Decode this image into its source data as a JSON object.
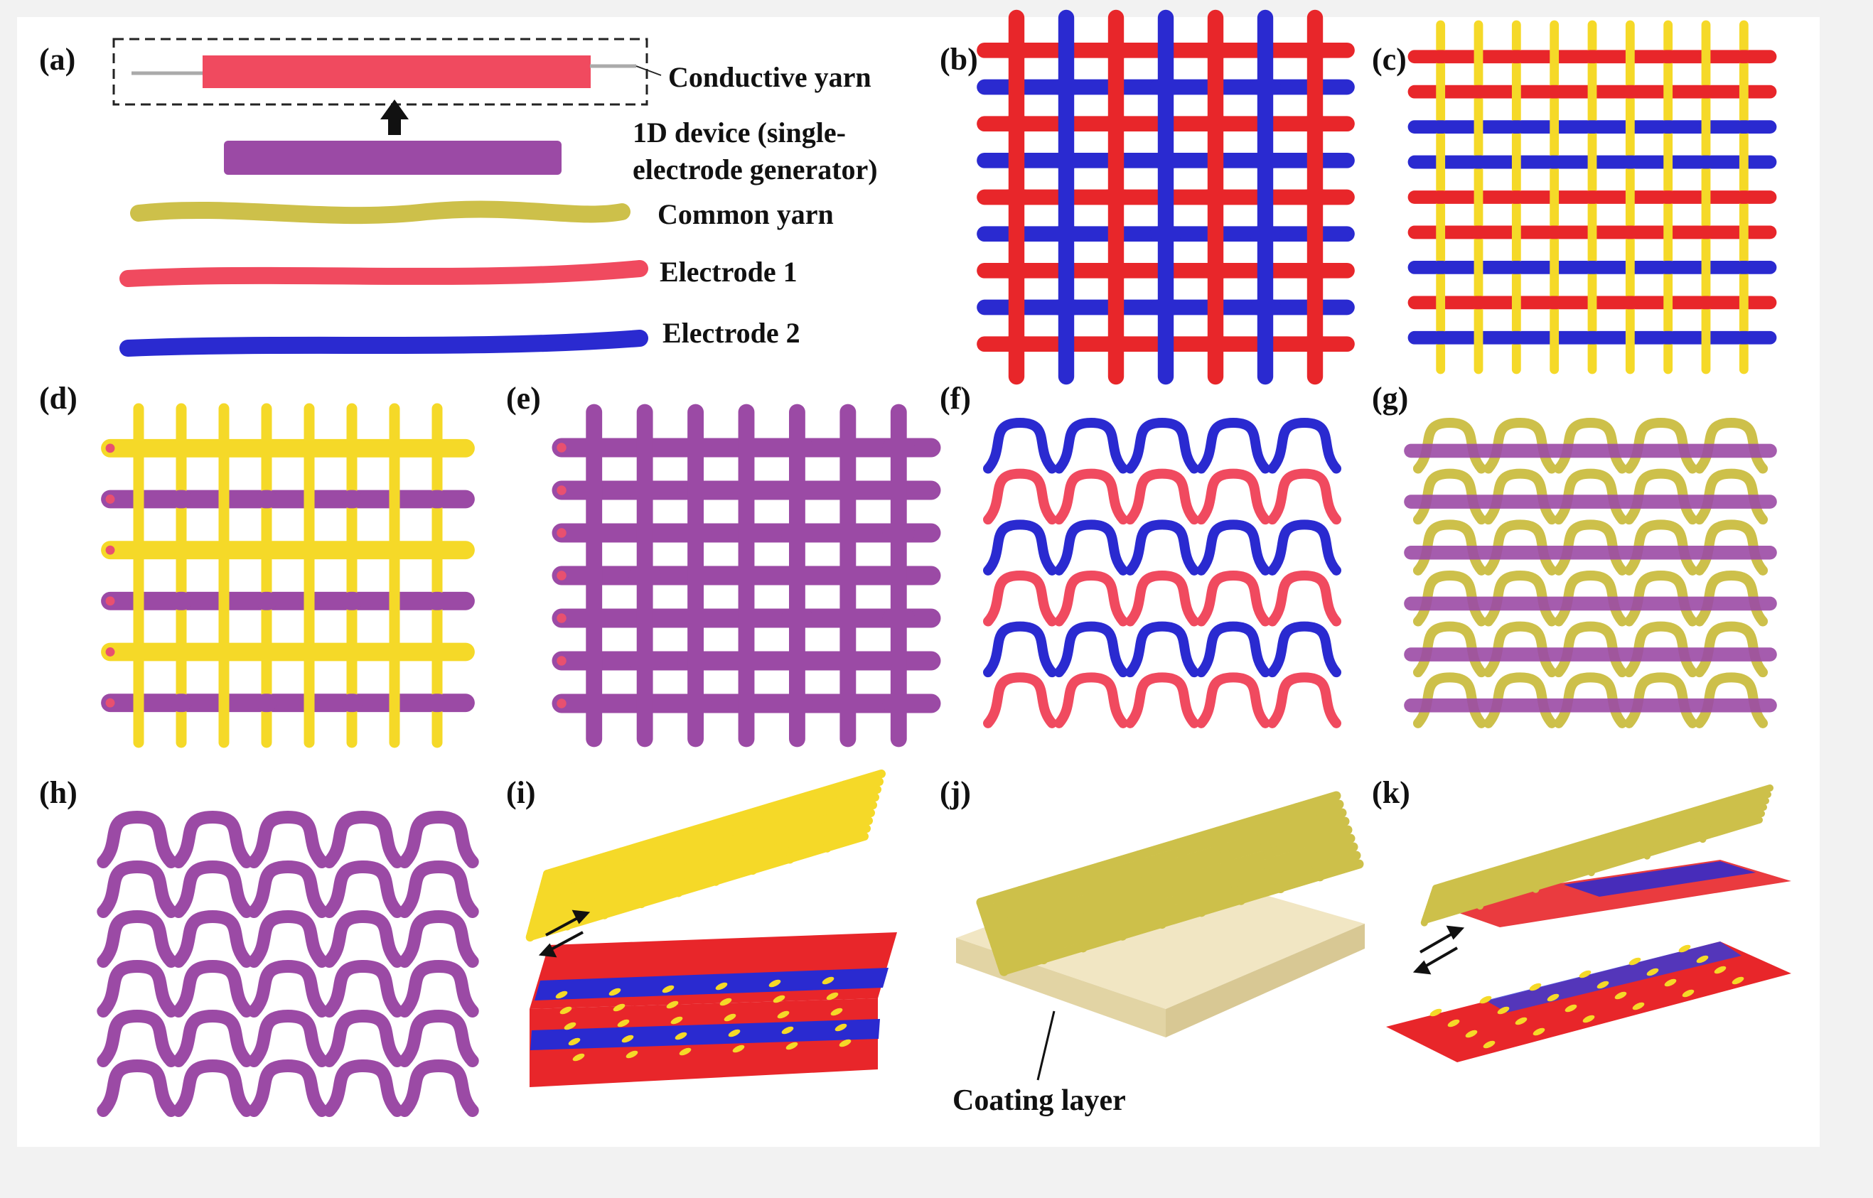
{
  "panels": {
    "a": "(a)",
    "b": "(b)",
    "c": "(c)",
    "d": "(d)",
    "e": "(e)",
    "f": "(f)",
    "g": "(g)",
    "h": "(h)",
    "i": "(i)",
    "j": "(j)",
    "k": "(k)"
  },
  "legend": {
    "conductive_yarn": "Conductive yarn",
    "device_line1": "1D device (single-",
    "device_line2": "electrode generator)",
    "common_yarn": "Common yarn",
    "electrode1": "Electrode 1",
    "electrode2": "Electrode 2"
  },
  "annotation": {
    "coating_layer": "Coating layer"
  },
  "colors": {
    "red": "#e8262a",
    "pink": "#f04a5f",
    "blue": "#2a2ad0",
    "yellow": "#f5d928",
    "olive": "#cdc04a",
    "purple": "#9b4aa5",
    "substrate": "#efe3bd",
    "wire": "#aaaaaa"
  }
}
